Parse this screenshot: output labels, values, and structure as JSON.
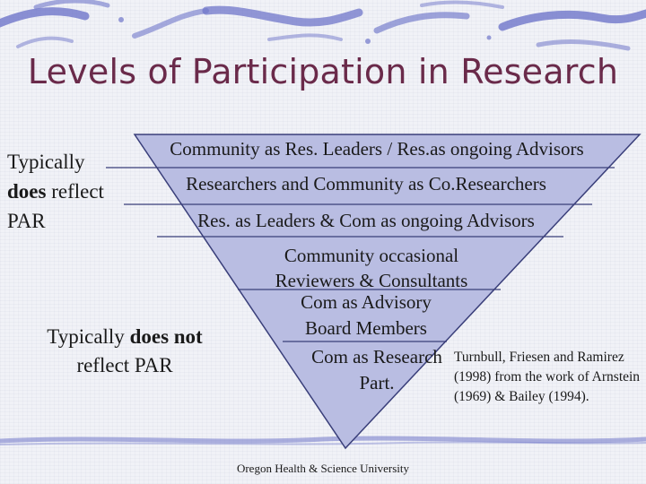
{
  "slide": {
    "title": "Levels of Participation in Research",
    "levels": [
      "Community as Res. Leaders / Res.as ongoing Advisors",
      "Researchers and Community as Co.Researchers",
      "Res. as Leaders & Com as ongoing Advisors",
      [
        "Community occasional",
        "Reviewers & Consultants"
      ],
      [
        "Com as Advisory",
        "Board Members"
      ],
      [
        "Com as Research",
        "Part."
      ]
    ],
    "side_typically": "Typically",
    "side_does": "does",
    "side_reflect": " reflect",
    "side_par": "PAR",
    "side_not_prefix": "Typically ",
    "side_not_bold": "does not",
    "side_not_suffix": "reflect PAR",
    "citation": "Turnbull, Friesen and Ramirez (1998) from the work of Arnstein (1969) & Bailey (1994).",
    "footer": "Oregon Health & Science University"
  },
  "colors": {
    "title": "#6a2a4a",
    "pyramid_fill": "#b9bde2",
    "pyramid_stroke": "#3a3f7a",
    "decor_stroke": "#6f76c9",
    "background": "#f1f2f7"
  }
}
